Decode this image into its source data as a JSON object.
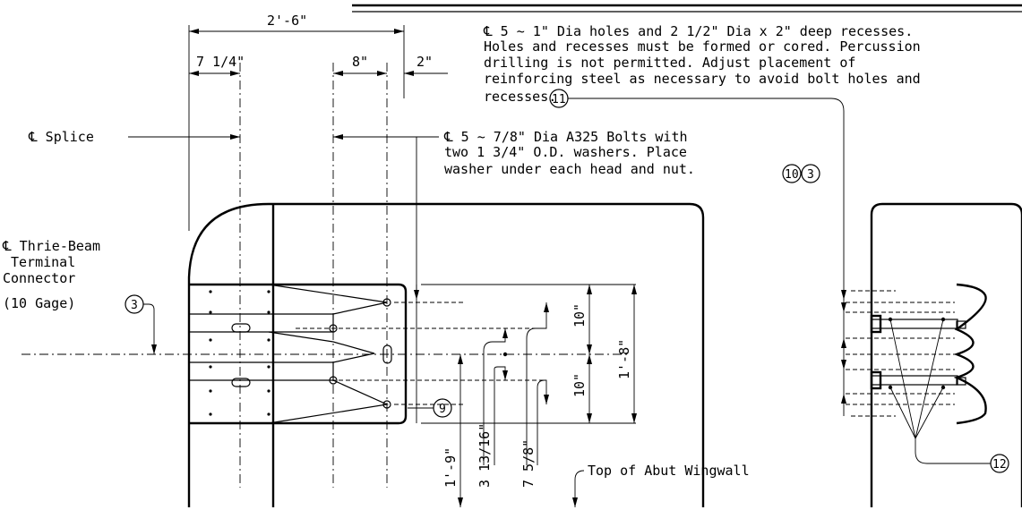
{
  "dimensions": {
    "overall_width": "2'-6\"",
    "left_offset": "7 1/4\"",
    "bolt_spacing": "8\"",
    "edge_distance": "2\"",
    "vertical_upper": "10\"",
    "vertical_lower": "10\"",
    "vertical_total": "1'-8\"",
    "height_to_centerline": "1'-9\"",
    "small_offset": "3 13/16\"",
    "bolt_offset": "7 5/8\""
  },
  "labels": {
    "splice": "℄ Splice",
    "thrie_beam_line1": "℄ Thrie-Beam",
    "thrie_beam_line2": "Terminal",
    "thrie_beam_line3": "Connector",
    "thrie_beam_line4": "(10 Gage)",
    "top_of_abut": "Top of Abut Wingwall"
  },
  "notes": {
    "holes_line1": "℄ 5 ~ 1\" Dia holes and 2 1/2\" Dia x 2\" deep recesses.",
    "holes_line2": "Holes and recesses must be formed or cored.  Percussion",
    "holes_line3": "drilling is not permitted.  Adjust placement of",
    "holes_line4": "reinforcing steel as necessary to avoid bolt holes and",
    "holes_line5": "recesses.",
    "bolts_line1": "℄ 5 ~ 7/8\" Dia A325 Bolts with",
    "bolts_line2": "two 1 3/4\" O.D. washers.  Place",
    "bolts_line3": "washer under each head and nut."
  },
  "callouts": {
    "c3": "3",
    "c9": "9",
    "c10": "10",
    "c11": "11",
    "c12": "12"
  }
}
